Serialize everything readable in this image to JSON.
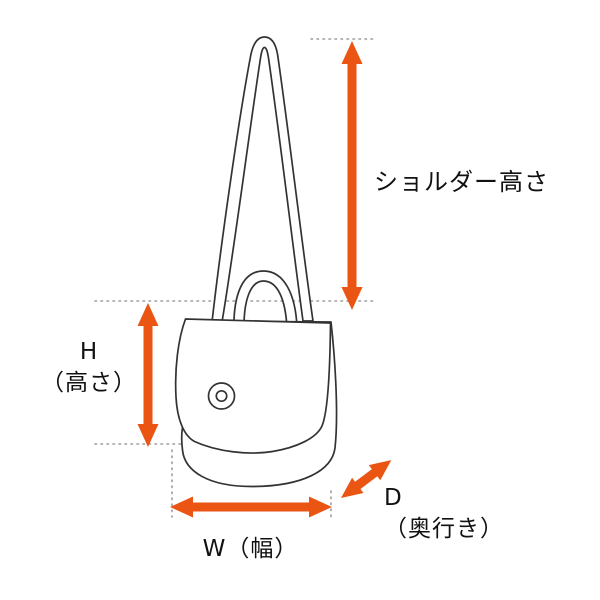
{
  "colors": {
    "arrow": "#ea5514",
    "line_art": "#333333",
    "guide": "#9b9b9b",
    "text": "#111111",
    "background": "#ffffff"
  },
  "labels": {
    "shoulder_height": "ショルダー高さ",
    "height_symbol": "H",
    "height_name": "（高さ）",
    "width": "W（幅）",
    "depth_symbol": "D",
    "depth_name": "（奥行き）"
  }
}
